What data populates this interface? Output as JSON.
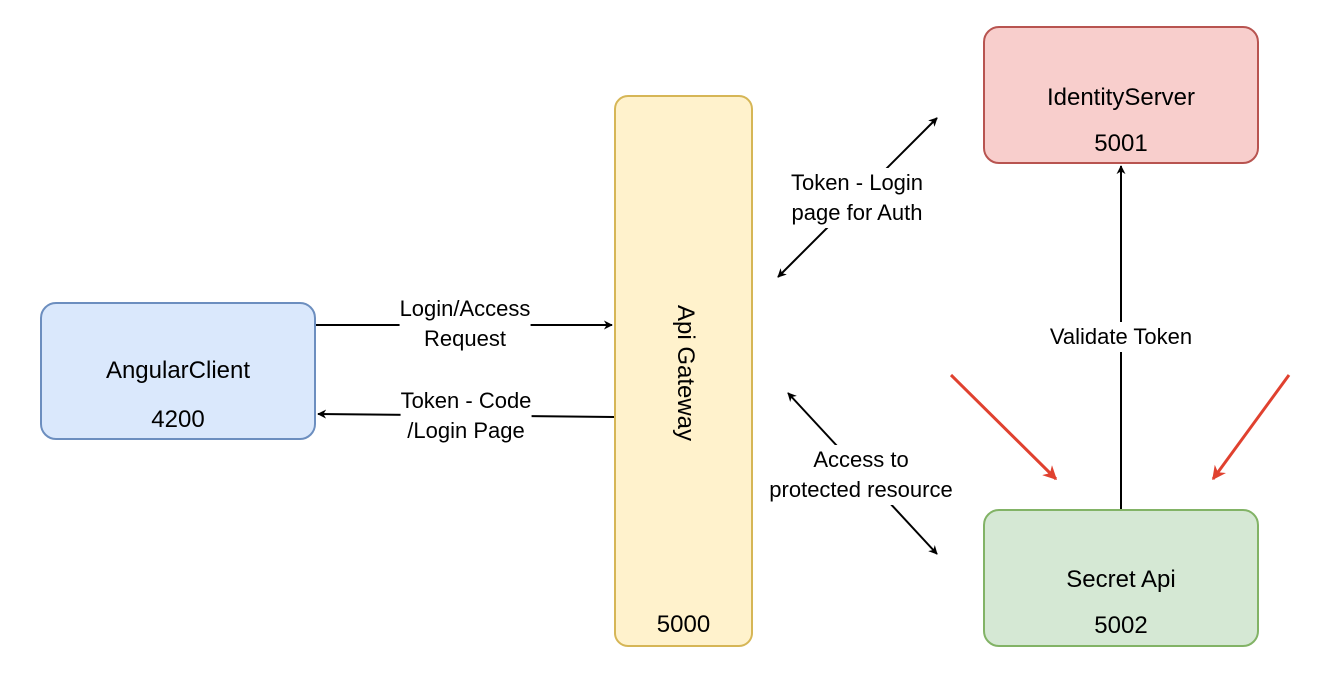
{
  "diagram": {
    "nodes": {
      "angular_client": {
        "name": "AngularClient",
        "port": "4200",
        "fill": "#dae8fc",
        "stroke": "#6c8ebf"
      },
      "api_gateway": {
        "name": "Api Gateway",
        "port": "5000",
        "fill": "#fff2cc",
        "stroke": "#d6b656"
      },
      "identity_server": {
        "name": "IdentityServer",
        "port": "5001",
        "fill": "#f8cecc",
        "stroke": "#b85450"
      },
      "secret_api": {
        "name": "Secret Api",
        "port": "5002",
        "fill": "#d5e8d4",
        "stroke": "#82b366"
      }
    },
    "edges": {
      "login_request": {
        "line1": "Login/Access",
        "line2": "Request"
      },
      "token_code": {
        "line1": "Token - Code",
        "line2": "/Login Page"
      },
      "token_login": {
        "line1": "Token - Login",
        "line2": "page for Auth"
      },
      "access_resource": {
        "line1": "Access to",
        "line2": "protected resource"
      },
      "validate_token": {
        "line1": "Validate Token"
      }
    },
    "colors": {
      "edge": "#000000",
      "highlight_arrow": "#e0412f"
    }
  }
}
